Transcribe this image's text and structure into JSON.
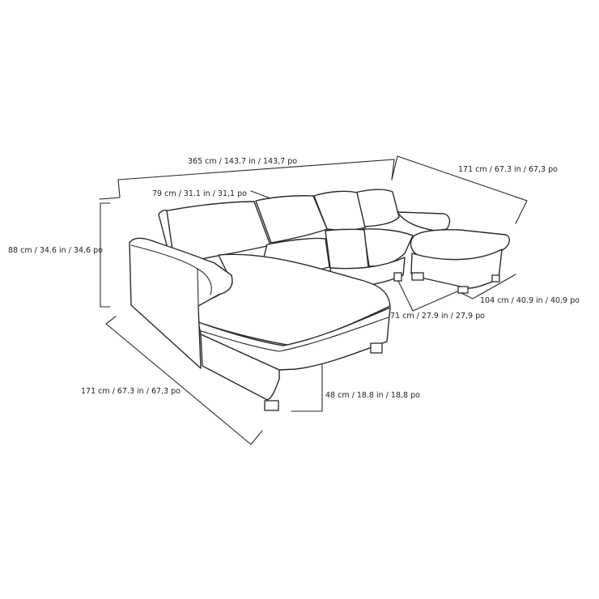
{
  "dimensions": {
    "overall_width": "365 cm / 143.7 in / 143,7 po",
    "right_chaise_length": "171 cm / 67.3 in / 67,3 po",
    "seat_depth": "79 cm / 31.1 in / 31,1 po",
    "overall_height": "88 cm / 34.6 in / 34,6 po",
    "ottoman_width": "104 cm / 40.9 in / 40,9 po",
    "chaise_width": "71 cm / 27.9 in / 27,9 po",
    "left_chaise_length": "171 cm / 67.3 in / 67,3 po",
    "seat_height": "48 cm / 18.8 in / 18,8 po"
  },
  "colors": {
    "line": "#2a2a2a",
    "background": "#ffffff"
  }
}
